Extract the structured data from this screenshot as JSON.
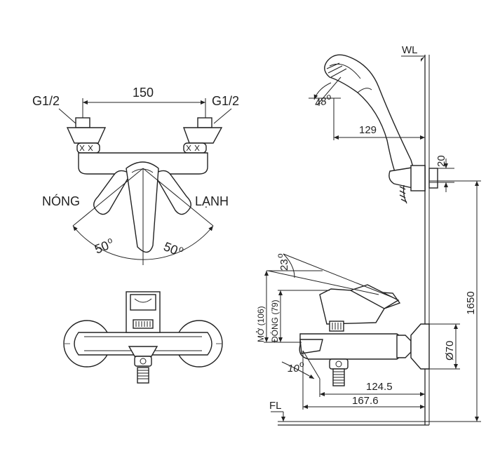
{
  "top_view": {
    "inlet_left": "G1/2",
    "inlet_right": "G1/2",
    "spacing": "150",
    "hot_label": "NÓNG",
    "cold_label": "LẠNH",
    "angle_left": "50",
    "angle_right": "50",
    "degree_mark": "o"
  },
  "side_view": {
    "wall_label": "WL",
    "floor_label": "FL",
    "shower_angle": "48",
    "shower_reach": "129",
    "holder_size": "20",
    "height": "1650",
    "lever_angle": "23",
    "open_height": "MỞ (106)",
    "closed_height": "ĐÓNG (79)",
    "spout_angle": "10",
    "escutcheon": "Ø70",
    "spout_reach_1": "124.5",
    "spout_reach_2": "167.6"
  }
}
